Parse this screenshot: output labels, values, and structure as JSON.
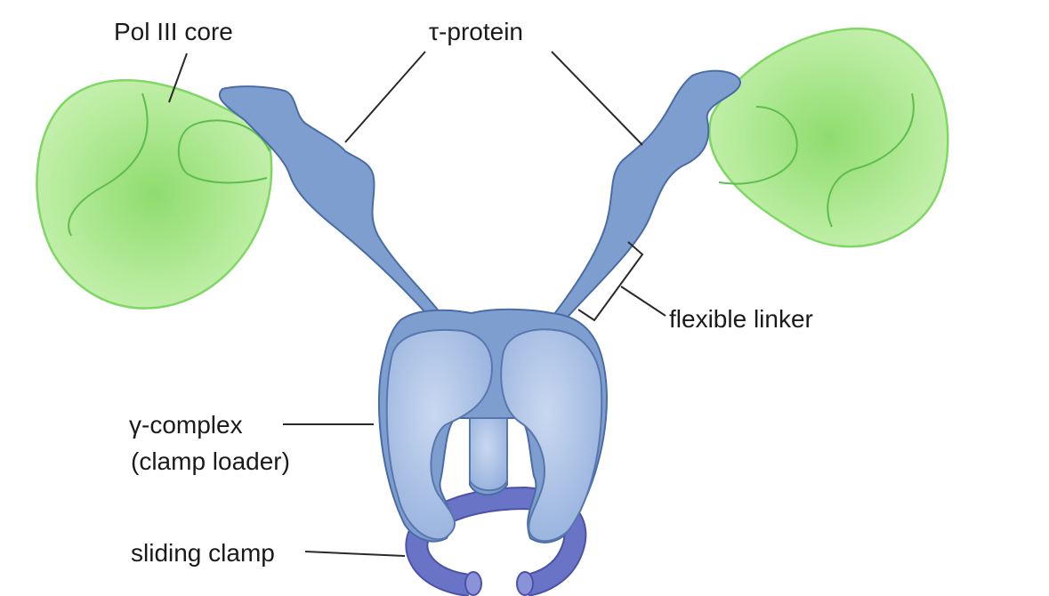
{
  "labels": {
    "pol_iii_core": "Pol III core",
    "tau_protein": "τ-protein",
    "flexible_linker": "flexible linker",
    "gamma_complex_line1": "γ-complex",
    "gamma_complex_line2": "(clamp loader)",
    "sliding_clamp": "sliding clamp"
  },
  "colors": {
    "pol_iii_core": "#9be27e",
    "tau_protein": "#7f9ed0",
    "gamma_complex": "#9fb8e0",
    "sliding_clamp": "#6a74c6"
  }
}
